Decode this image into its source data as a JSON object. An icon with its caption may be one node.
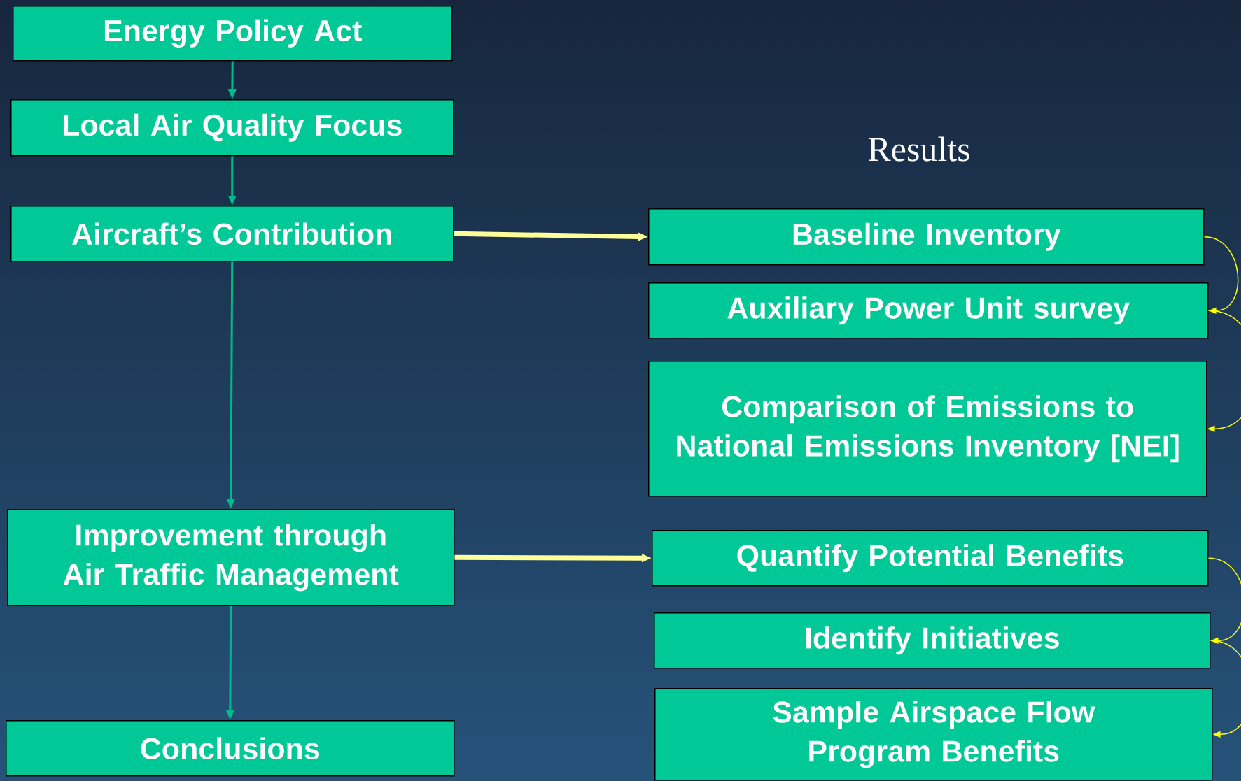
{
  "diagram": {
    "title": "Results",
    "nodes": [
      {
        "text": [
          "Energy Policy Act"
        ]
      },
      {
        "text": [
          "Local Air Quality Focus"
        ]
      },
      {
        "text": [
          "Aircraft’s Contribution"
        ]
      },
      {
        "text": [
          "Improvement through Air Traffic Management"
        ]
      },
      {
        "text": [
          "Conclusions"
        ]
      },
      {
        "text": [
          "Baseline Inventory"
        ]
      },
      {
        "text": [
          "Auxiliary Power Unit survey"
        ]
      },
      {
        "text": [
          "Comparison of Emissions to National Emissions Inventory [NEI]"
        ]
      },
      {
        "text": [
          "Quantify Potential Benefits"
        ]
      },
      {
        "text": [
          "Identify Initiatives"
        ]
      },
      {
        "text": [
          "Sample Airspace Flow Program Benefits"
        ]
      }
    ],
    "edges": [
      {
        "from": 0,
        "to": 1,
        "arrow": "to"
      },
      {
        "from": 1,
        "to": 2,
        "arrow": "to"
      },
      {
        "from": 2,
        "to": 3,
        "arrow": "to"
      },
      {
        "from": 3,
        "to": 4,
        "arrow": "to"
      },
      {
        "from": 2,
        "to": 5,
        "arrow": "to",
        "style": "thick",
        "color": "#ffff99"
      },
      {
        "from": 3,
        "to": 8,
        "arrow": "to",
        "style": "thick",
        "color": "#ffff99"
      },
      {
        "from": 5,
        "to": 6,
        "arrow": "to",
        "color": "#ffff00"
      },
      {
        "from": 6,
        "to": 7,
        "arrow": "to",
        "color": "#ffff00"
      },
      {
        "from": 8,
        "to": 9,
        "arrow": "to",
        "color": "#ffff00"
      },
      {
        "from": 9,
        "to": 10,
        "arrow": "to",
        "color": "#ffff00"
      }
    ]
  }
}
